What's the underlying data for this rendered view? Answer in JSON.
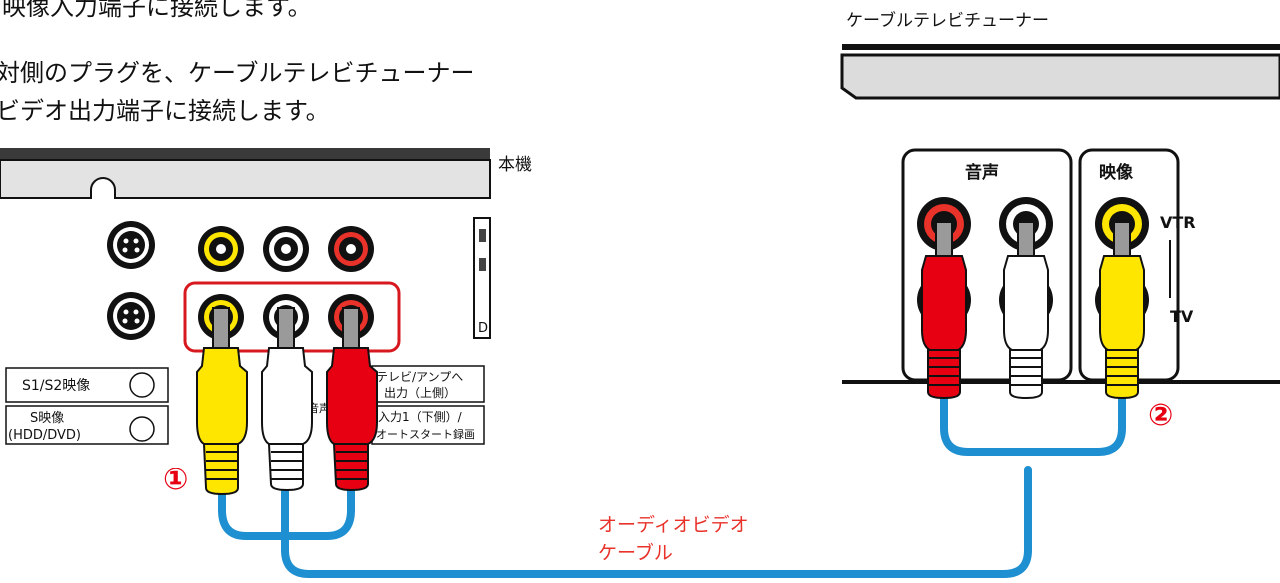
{
  "instructions": {
    "line1": "・映像入力端子に接続します。",
    "line2": "対側のプラグを、ケーブルテレビチューナー",
    "line3": "ビデオ出力端子に接続します。"
  },
  "labels": {
    "main_unit": "本機",
    "tuner": "ケーブルテレビチューナー",
    "cable_line1": "オーディオビデオ",
    "cable_line2": "ケーブル"
  },
  "device_panel": {
    "s1s2": "S1/S2映像",
    "svideo_line1": "S映像",
    "svideo_line2": "(HDD/DVD)",
    "output_line1": "テレビ/アンプへ",
    "output_line2": "出力（上側）",
    "input_line1": "入力1（下側）/",
    "input_line2": "オートスタート録画",
    "audio_partial": "音声",
    "d_partial": "D"
  },
  "tuner_panel": {
    "audio": "音声",
    "video": "映像",
    "vtr": "VTR",
    "tv": "TV"
  },
  "markers": {
    "one": "①",
    "two": "②"
  },
  "colors": {
    "yellow": "#ffe600",
    "red": "#e60012",
    "white": "#ffffff",
    "cable": "#1e8fd0",
    "panel_gray": "#e3e3e3",
    "callout": "#e60012"
  }
}
